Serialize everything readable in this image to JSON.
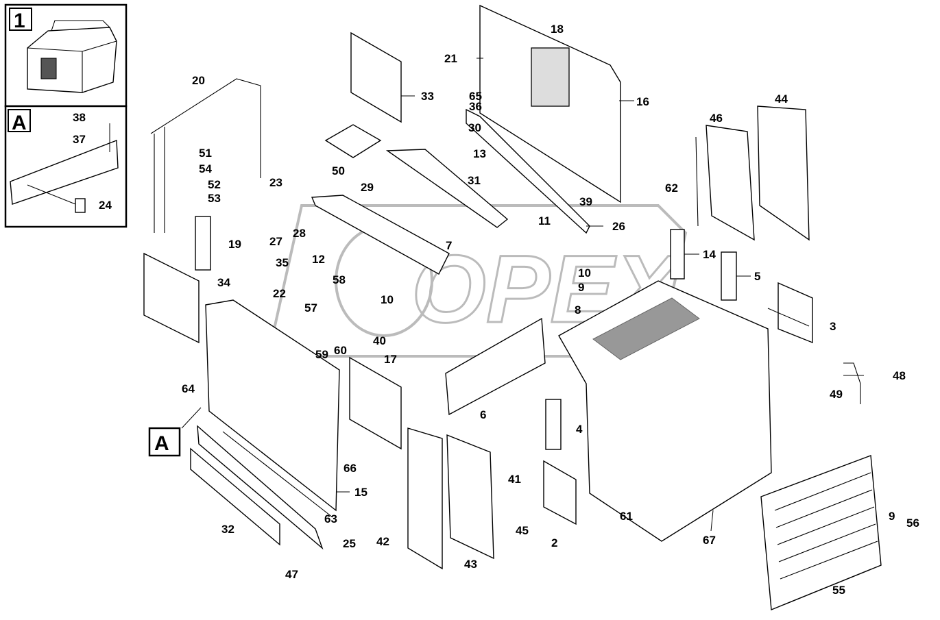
{
  "inset_labels": {
    "view1": "1",
    "viewA": "A",
    "callout": "A"
  },
  "watermark": "OPEX",
  "labels": {
    "l1": "18",
    "l2": "21",
    "l3": "65",
    "l4": "36",
    "l5": "16",
    "l6": "33",
    "l7": "30",
    "l8": "13",
    "l9": "20",
    "l10": "38",
    "l11": "37",
    "l12": "24",
    "l13": "51",
    "l14": "54",
    "l15": "52",
    "l16": "53",
    "l17": "23",
    "l18": "50",
    "l19": "29",
    "l20": "31",
    "l21": "39",
    "l22": "11",
    "l23": "26",
    "l24": "7",
    "l25": "44",
    "l26": "46",
    "l27": "62",
    "l28": "14",
    "l29": "5",
    "l30": "3",
    "l31": "27",
    "l32": "28",
    "l33": "12",
    "l34": "19",
    "l35": "35",
    "l36": "34",
    "l37": "58",
    "l38": "10",
    "l39": "9",
    "l40": "8",
    "l41": "10",
    "l42": "57",
    "l43": "40",
    "l44": "22",
    "l45": "59",
    "l46": "60",
    "l47": "17",
    "l48": "6",
    "l49": "64",
    "l50": "48",
    "l51": "49",
    "l52": "66",
    "l53": "4",
    "l54": "41",
    "l55": "15",
    "l56": "61",
    "l57": "2",
    "l58": "45",
    "l59": "42",
    "l60": "43",
    "l61": "67",
    "l62": "32",
    "l63": "63",
    "l64": "25",
    "l65": "47",
    "l66": "9",
    "l67": "56",
    "l68": "55"
  }
}
